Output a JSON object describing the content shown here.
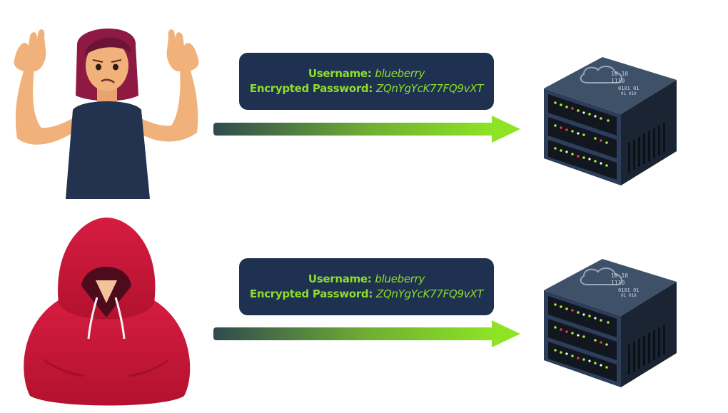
{
  "messages": [
    {
      "username_label": "Username:",
      "username_value": "blueberry",
      "password_label": "Encrypted Password:",
      "password_value": "ZQnYgYcK77FQ9vXT"
    },
    {
      "username_label": "Username:",
      "username_value": "blueberry",
      "password_label": "Encrypted Password:",
      "password_value": "ZQnYgYcK77FQ9vXT"
    }
  ],
  "server_binary": {
    "line1": "10 10",
    "line2": "1110",
    "line3": "0101 01",
    "line4": "01 010"
  },
  "colors": {
    "box_bg": "#1f3150",
    "label_green": "#8dde2c",
    "arrow_start": "#2f4a4f",
    "arrow_end": "#8de425",
    "hoodie_red": "#c8173a",
    "user_top": "#23324f",
    "server_dark": "#2c3e5a"
  },
  "icons": [
    "confused-user-icon",
    "hooded-hacker-icon",
    "cloud-server-icon",
    "arrow-right-icon"
  ]
}
